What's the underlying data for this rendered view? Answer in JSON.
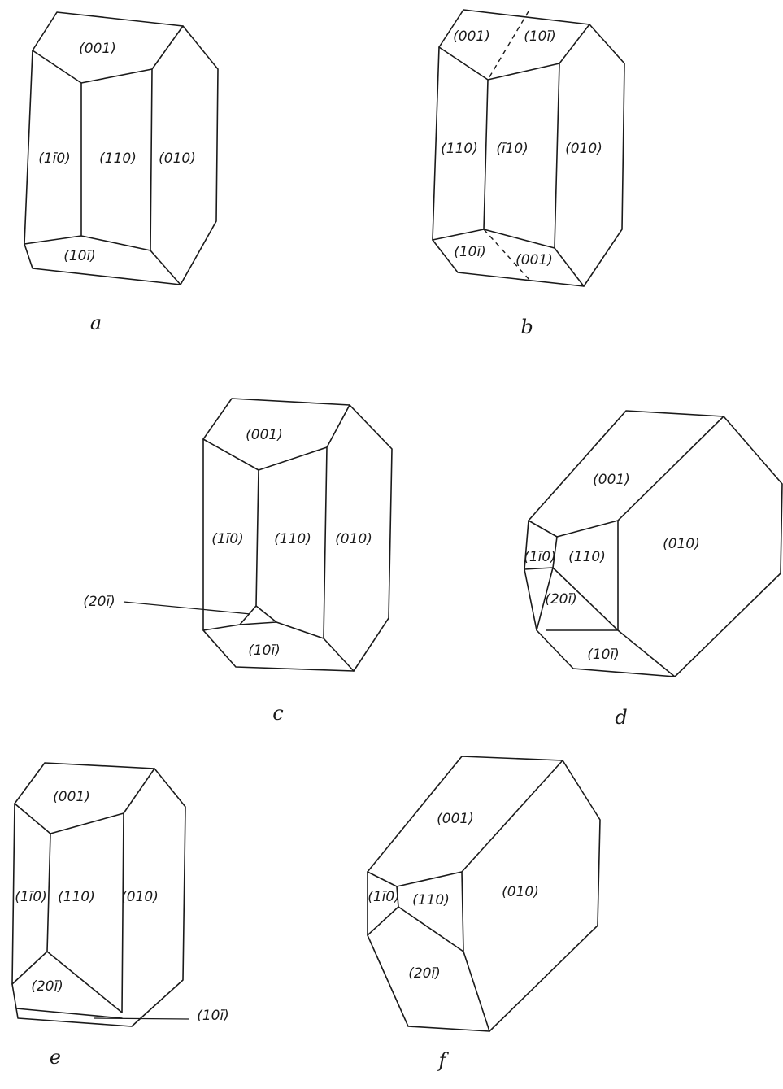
{
  "figures": {
    "a": {
      "caption": "a",
      "faces": {
        "top": "(001)",
        "left": "(1ī0)",
        "front": "(110)",
        "right": "(010)",
        "bottom": "(10ī)"
      }
    },
    "b": {
      "caption": "b",
      "faces": {
        "top_left": "(001)",
        "top_right": "(10ī)",
        "left": "(110)",
        "front": "(ī10)",
        "right": "(010)",
        "bottom_left": "(10ī)",
        "bottom_right": "(001)"
      }
    },
    "c": {
      "caption": "c",
      "faces": {
        "top": "(001)",
        "left": "(1ī0)",
        "front": "(110)",
        "right": "(010)",
        "bottom": "(10ī)",
        "small": "(20ī)"
      }
    },
    "d": {
      "caption": "d",
      "faces": {
        "top": "(001)",
        "left": "(1ī0)",
        "front": "(110)",
        "right": "(010)",
        "middle": "(20ī)",
        "bottom": "(10ī)"
      }
    },
    "e": {
      "caption": "e",
      "faces": {
        "top": "(001)",
        "left": "(1ī0)",
        "front": "(110)",
        "right": "(010)",
        "bottom": "(20ī)",
        "sliver": "(10ī)"
      }
    },
    "f": {
      "caption": "f",
      "faces": {
        "top": "(001)",
        "left": "(1ī0)",
        "front": "(110)",
        "right": "(010)",
        "bottom": "(20ī)"
      }
    }
  }
}
